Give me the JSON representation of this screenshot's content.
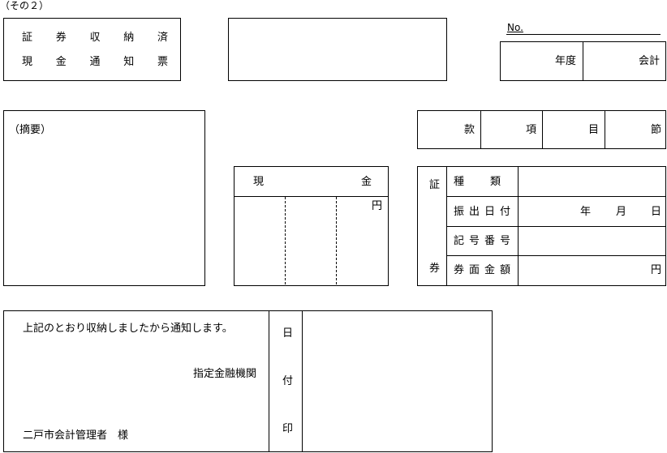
{
  "header_note": "（その２）",
  "title_box": {
    "line1": [
      "証",
      "券",
      "収",
      "納",
      "済"
    ],
    "line2": [
      "現",
      "金",
      "通",
      "知",
      "票"
    ]
  },
  "number_label": "No.",
  "fiscal": {
    "year_label": "年度",
    "account_label": "会計"
  },
  "summary_label": "（摘要）",
  "budget_labels": [
    "款",
    "項",
    "目",
    "節"
  ],
  "cash": {
    "label_left": "現",
    "label_right": "金",
    "unit": "円"
  },
  "securities": {
    "side_top": "証",
    "side_bottom": "券",
    "rows": {
      "kind": "種　　類",
      "issue_date": "振出日付",
      "record_number": "記号番号",
      "face_value": "券面金額"
    },
    "date_year": "年",
    "date_month": "月",
    "date_day": "日",
    "yen": "円"
  },
  "notice": {
    "message": "上記のとおり収納しましたから通知します。",
    "bank": "指定金融機関",
    "addressee": "二戸市会計管理者　様",
    "stamp": [
      "日",
      "付",
      "印"
    ]
  }
}
